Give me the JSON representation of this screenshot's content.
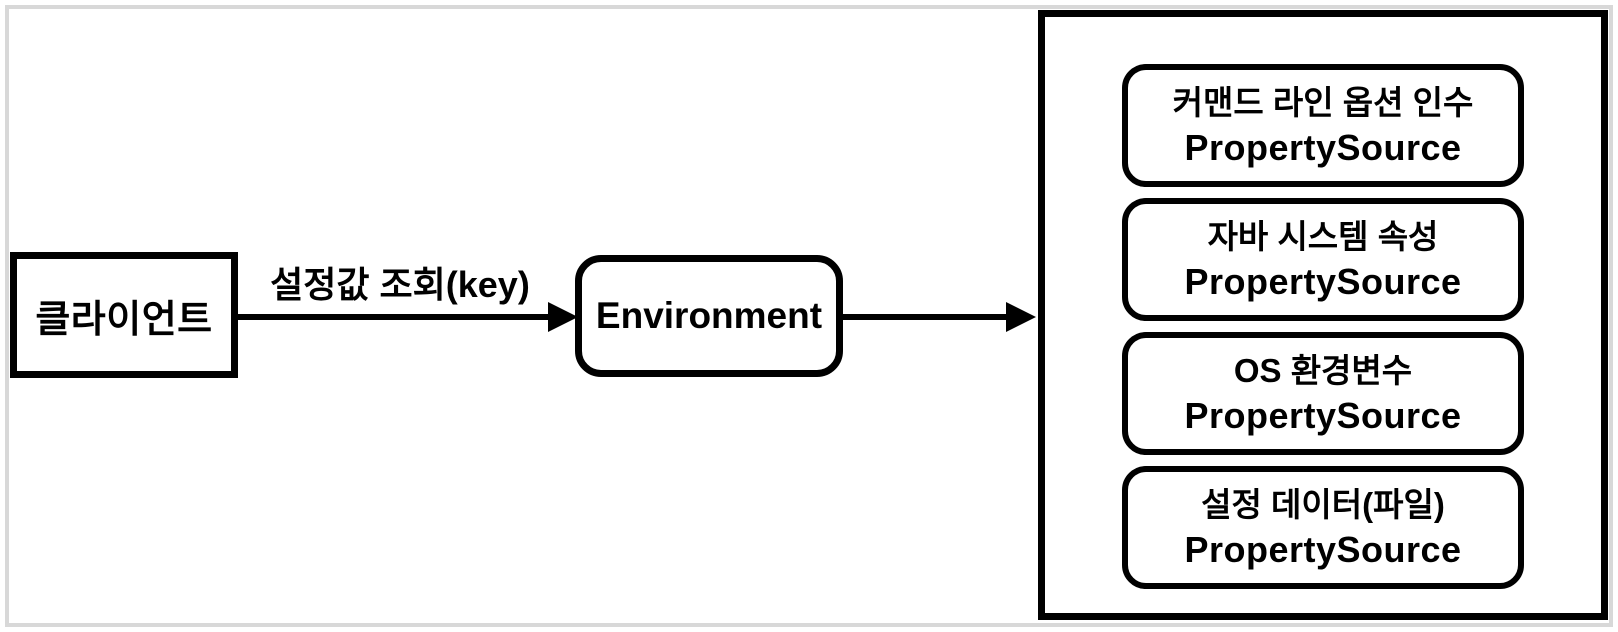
{
  "diagram": {
    "client": {
      "label": "클라이언트"
    },
    "query_arrow": {
      "label": "설정값 조회(key)"
    },
    "environment": {
      "label": "Environment"
    },
    "property_sources": [
      {
        "line1": "커맨드 라인 옵션 인수",
        "line2": "PropertySource"
      },
      {
        "line1": "자바 시스템 속성",
        "line2": "PropertySource"
      },
      {
        "line1": "OS 환경변수",
        "line2": "PropertySource"
      },
      {
        "line1": "설정 데이터(파일)",
        "line2": "PropertySource"
      }
    ]
  },
  "colors": {
    "node_border": "#000000",
    "page_frame": "#d8d8d8",
    "background": "#ffffff",
    "text": "#000000"
  }
}
